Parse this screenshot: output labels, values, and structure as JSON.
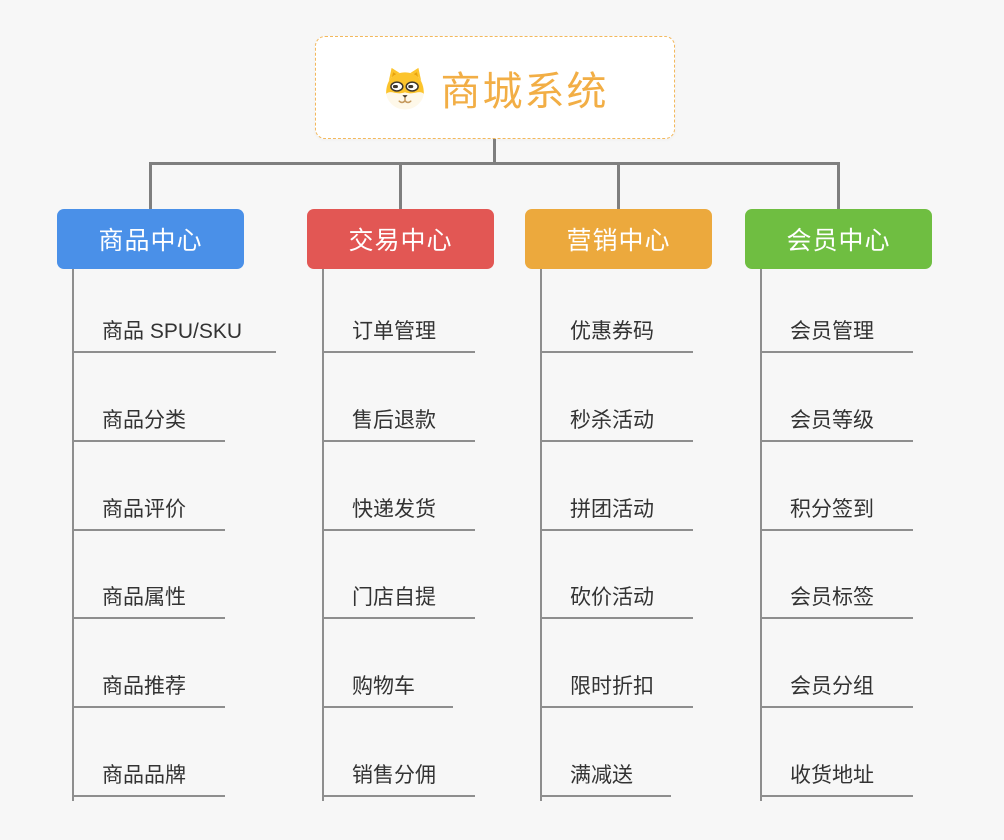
{
  "root": {
    "title": "商城系统",
    "icon": "dog-face-icon"
  },
  "branches": [
    {
      "label": "商品中心",
      "color": "#4a90e8",
      "items": [
        "商品 SPU/SKU",
        "商品分类",
        "商品评价",
        "商品属性",
        "商品推荐",
        "商品品牌"
      ]
    },
    {
      "label": "交易中心",
      "color": "#e25754",
      "items": [
        "订单管理",
        "售后退款",
        "快递发货",
        "门店自提",
        "购物车",
        "销售分佣"
      ]
    },
    {
      "label": "营销中心",
      "color": "#eca93d",
      "items": [
        "优惠券码",
        "秒杀活动",
        "拼团活动",
        "砍价活动",
        "限时折扣",
        "满减送"
      ]
    },
    {
      "label": "会员中心",
      "color": "#6fbe41",
      "items": [
        "会员管理",
        "会员等级",
        "积分签到",
        "会员标签",
        "会员分组",
        "收货地址"
      ]
    }
  ],
  "colors": {
    "background": "#f7f7f7",
    "connector": "#7f7f7f",
    "underline": "#8e8e8e",
    "item_text": "#333333",
    "root_text": "#f2ae45",
    "root_border": "#f3b85c"
  }
}
